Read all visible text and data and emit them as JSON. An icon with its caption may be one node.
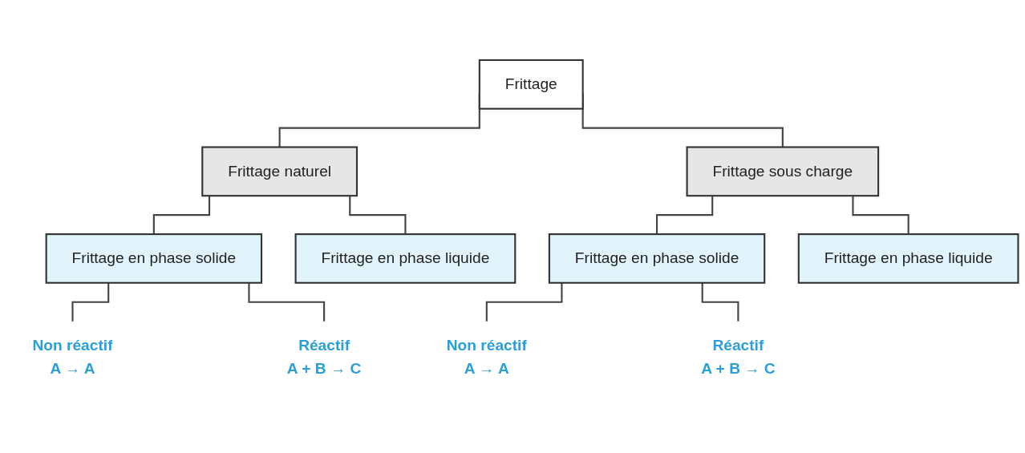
{
  "diagram": {
    "nodes": [
      {
        "text": [
          "Frittage"
        ]
      },
      {
        "text": [
          "Frittage naturel"
        ]
      },
      {
        "text": [
          "Frittage sous charge"
        ]
      },
      {
        "text": [
          "Frittage en phase solide"
        ]
      },
      {
        "text": [
          "Frittage en phase liquide"
        ]
      },
      {
        "text": [
          "Non réactif",
          "A → A"
        ]
      },
      {
        "text": [
          "Réactif",
          "A + B → C"
        ]
      },
      {
        "text": [
          "Frittage en phase solide"
        ]
      },
      {
        "text": [
          "Frittage en phase liquide"
        ]
      },
      {
        "text": [
          "Non réactif",
          "A → A"
        ]
      },
      {
        "text": [
          "Réactif",
          "A + B → C"
        ]
      }
    ],
    "edges": [
      {
        "from": 0,
        "to": 1,
        "arrow": "none"
      },
      {
        "from": 0,
        "to": 2,
        "arrow": "none"
      },
      {
        "from": 1,
        "to": 3,
        "arrow": "none"
      },
      {
        "from": 1,
        "to": 4,
        "arrow": "none"
      },
      {
        "from": 3,
        "to": 5,
        "arrow": "none"
      },
      {
        "from": 3,
        "to": 6,
        "arrow": "none"
      },
      {
        "from": 2,
        "to": 7,
        "arrow": "none"
      },
      {
        "from": 2,
        "to": 8,
        "arrow": "none"
      },
      {
        "from": 7,
        "to": 9,
        "arrow": "none"
      },
      {
        "from": 7,
        "to": 10,
        "arrow": "none"
      }
    ]
  }
}
